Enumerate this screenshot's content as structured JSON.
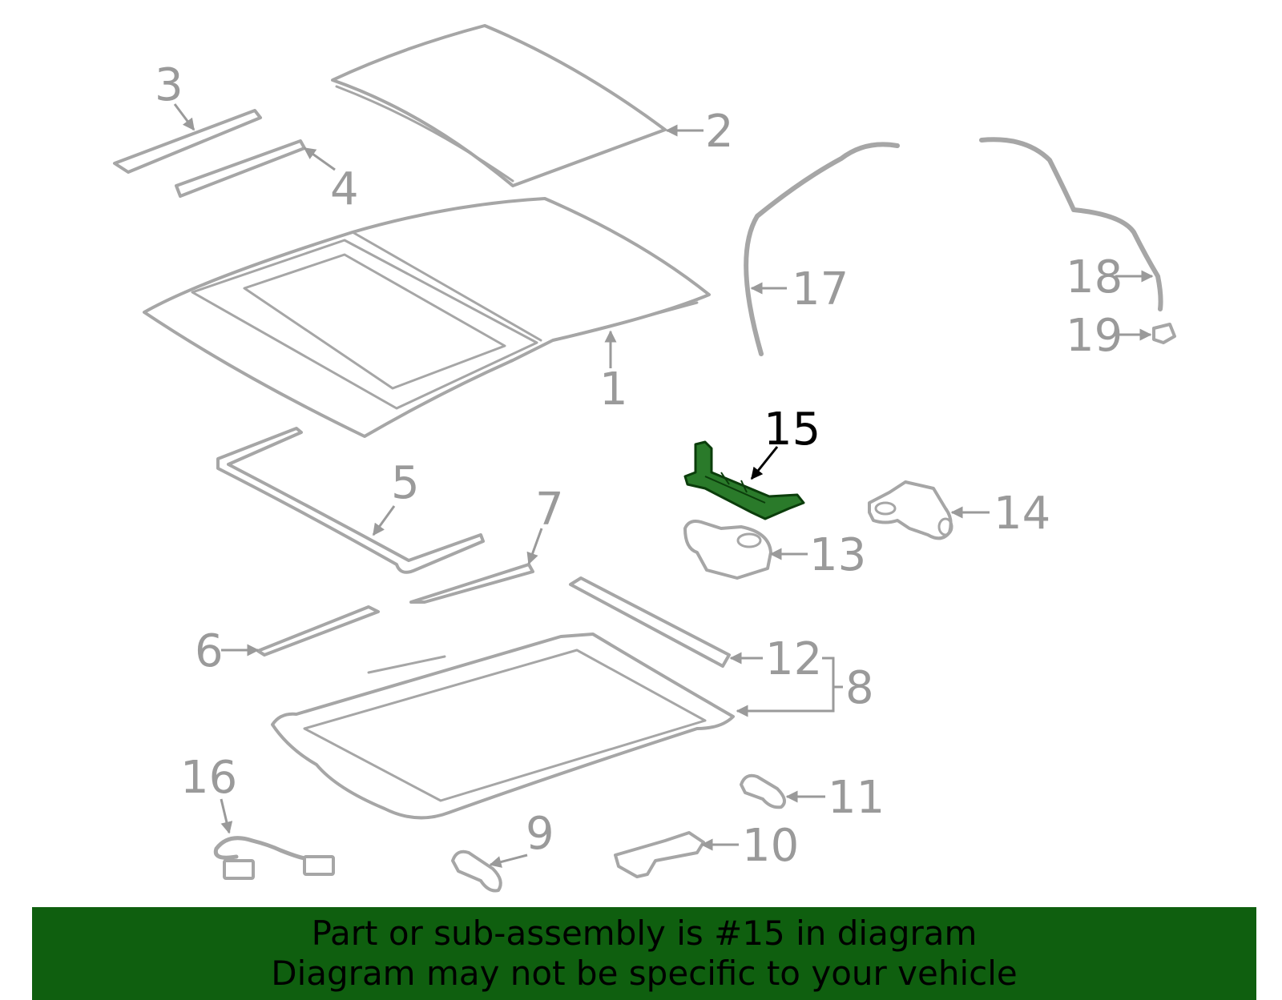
{
  "callouts": {
    "c1": "1",
    "c2": "2",
    "c3": "3",
    "c4": "4",
    "c5": "5",
    "c6": "6",
    "c7": "7",
    "c8": "8",
    "c9": "9",
    "c10": "10",
    "c11": "11",
    "c12": "12",
    "c13": "13",
    "c14": "14",
    "c15": "15",
    "c16": "16",
    "c17": "17",
    "c18": "18",
    "c19": "19"
  },
  "highlight": {
    "part_number": "15",
    "color": "#2a7a2a"
  },
  "banner": {
    "line1": "Part or sub-assembly is #15 in diagram",
    "line2": "Diagram may not be specific to your vehicle",
    "background": "#0f5f0f"
  }
}
